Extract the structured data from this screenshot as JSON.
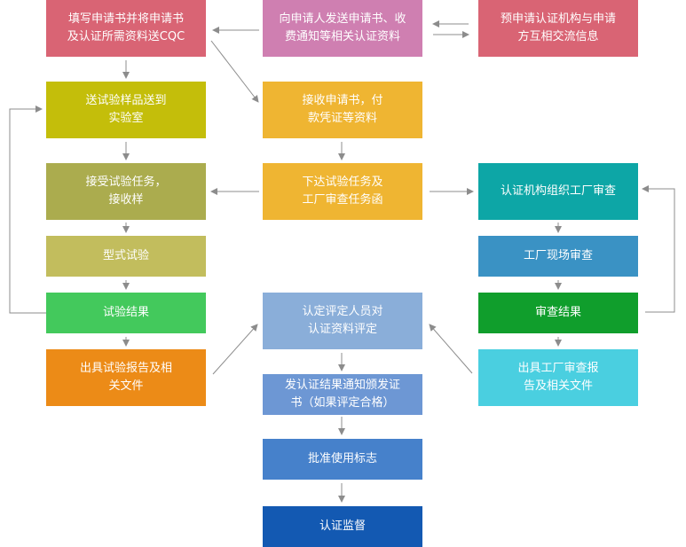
{
  "nodes": {
    "apply_cqc": {
      "text": "填写申请书并将申请书\n及认证所需资料送CQC",
      "color": "#d96474"
    },
    "send_to_applicant": {
      "text": "向申请人发送申请书、收\n费通知等相关认证资料",
      "color": "#cf7fb1"
    },
    "pre_apply": {
      "text": "预申请认证机构与申请\n方互相交流信息",
      "color": "#d96474"
    },
    "send_samples": {
      "text": "送试验样品送到\n实验室",
      "color": "#c4be0a"
    },
    "receive_apply": {
      "text": "接收申请书，付\n款凭证等资料",
      "color": "#efb532"
    },
    "accept_task": {
      "text": "接受试验任务，\n接收样",
      "color": "#abac4e"
    },
    "issue_task": {
      "text": "下达试验任务及\n工厂审查任务函",
      "color": "#efb532"
    },
    "org_audit": {
      "text": "认证机构组织工厂审查",
      "color": "#0da6a6"
    },
    "type_test": {
      "text": "型式试验",
      "color": "#c2bd5d"
    },
    "factory_audit": {
      "text": "工厂现场审查",
      "color": "#3a92c4"
    },
    "test_result": {
      "text": "试验结果",
      "color": "#43c95c"
    },
    "evaluate": {
      "text": "认定评定人员对\n认证资料评定",
      "color": "#8aaed9"
    },
    "audit_result": {
      "text": "审查结果",
      "color": "#109e2c"
    },
    "test_report": {
      "text": "出具试验报告及相\n关文件",
      "color": "#ec8b17"
    },
    "notify_cert": {
      "text": "发认证结果通知颁发证\n书（如果评定合格）",
      "color": "#6d97d4"
    },
    "audit_report": {
      "text": "出具工厂审查报\n告及相关文件",
      "color": "#4acfe0"
    },
    "approve_mark": {
      "text": "批准使用标志",
      "color": "#4681cb"
    },
    "supervision": {
      "text": "认证监督",
      "color": "#1359b2"
    }
  },
  "arrow_color": "#8c8c8c"
}
